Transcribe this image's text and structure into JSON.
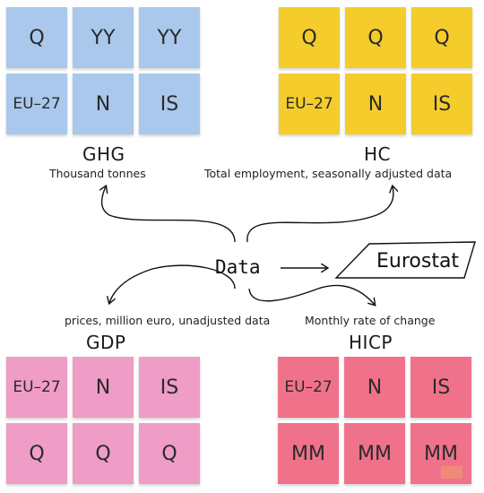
{
  "center_label": "Data",
  "source_label": "Eurostat",
  "groups": {
    "ghg": {
      "title": "GHG",
      "unit": "Thousand tonnes",
      "row1": [
        "Q",
        "YY",
        "YY"
      ],
      "row2": [
        "EU–27",
        "N",
        "IS"
      ],
      "color": "#a9c8ec"
    },
    "hc": {
      "title": "HC",
      "unit": "Total employment, seasonally adjusted data",
      "row1": [
        "Q",
        "Q",
        "Q"
      ],
      "row2": [
        "EU–27",
        "N",
        "IS"
      ],
      "color": "#f4cc2c"
    },
    "gdp": {
      "title": "GDP",
      "unit": "prices, million euro, unadjusted data",
      "row1": [
        "EU–27",
        "N",
        "IS"
      ],
      "row2": [
        "Q",
        "Q",
        "Q"
      ],
      "color": "#ef9cc6"
    },
    "hicp": {
      "title": "HICP",
      "unit": "Monthly rate of change",
      "row1": [
        "EU–27",
        "N",
        "IS"
      ],
      "row2": [
        "MM",
        "MM",
        "MM"
      ],
      "color": "#f0728a"
    }
  }
}
